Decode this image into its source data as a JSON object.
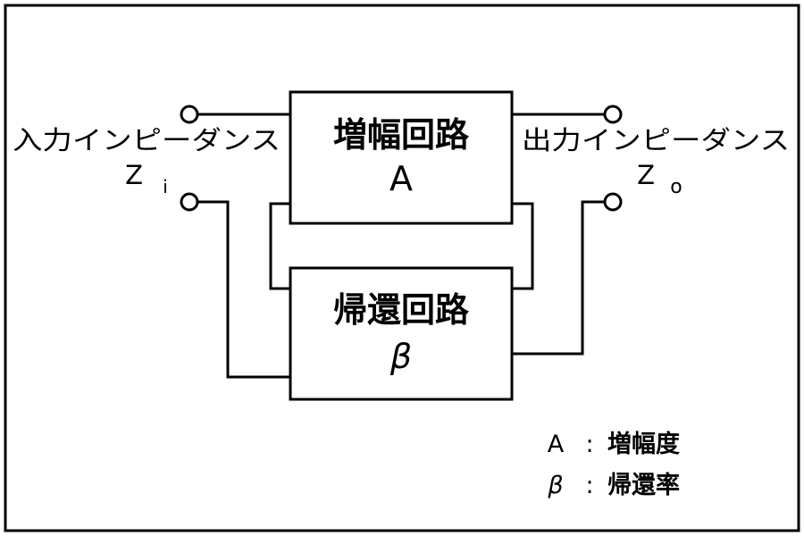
{
  "amplifier": {
    "title": "増幅回路",
    "symbol": "A"
  },
  "feedback": {
    "title": "帰還回路",
    "symbol": "β"
  },
  "input": {
    "label": "入力インピーダンス",
    "z_main": "Z",
    "z_sub": "i"
  },
  "output": {
    "label": "出力インピーダンス",
    "z_main": "Z",
    "z_sub": "o"
  },
  "legend": {
    "items": [
      {
        "symbol": "A",
        "separator": ":",
        "meaning": "増幅度"
      },
      {
        "symbol": "β",
        "separator": ":",
        "meaning": "帰還率"
      }
    ]
  }
}
